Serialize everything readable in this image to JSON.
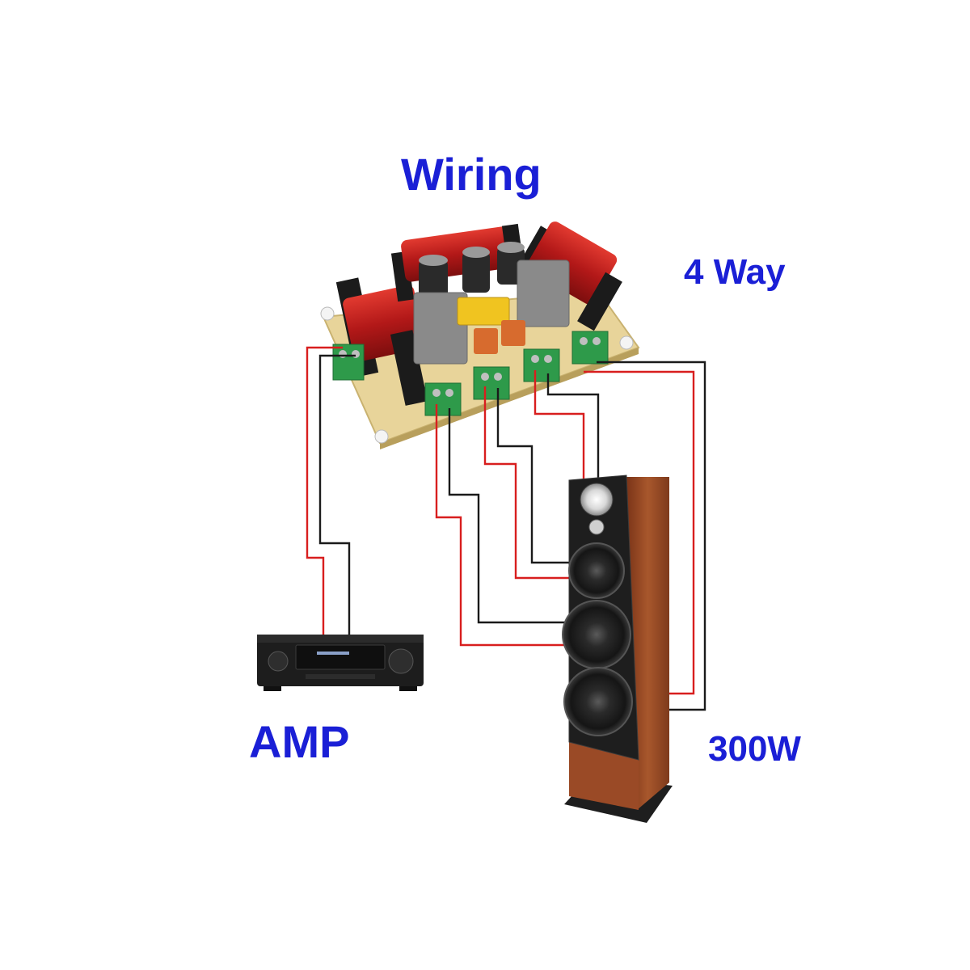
{
  "labels": {
    "title": "Wiring",
    "crossover": "4 Way",
    "amp": "AMP",
    "power": "300W"
  },
  "colors": {
    "label_text": "#1a1fd6",
    "wire_positive": "#d81e1e",
    "wire_negative": "#1a1a1a",
    "pcb": "#e8d49a",
    "coil": "#c42121",
    "terminal": "#2e9a4a",
    "speaker_wood": "#9a4a26",
    "speaker_baffle": "#1e1e1e",
    "amp_body": "#1d1d1d"
  },
  "icons": {
    "crossover": "crossover-board-icon",
    "amplifier": "amplifier-receiver-icon",
    "speaker": "floor-speaker-icon"
  }
}
